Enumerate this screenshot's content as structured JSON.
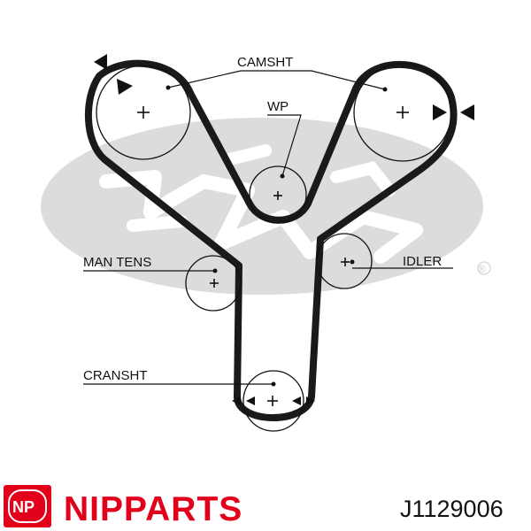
{
  "labels": {
    "camshaft": "CAMSHT",
    "water_pump": "WP",
    "manual_tensioner": "MAN TENS",
    "idler": "IDLER",
    "crankshaft": "CRANSHT"
  },
  "watermark": {
    "registered_mark": "®"
  },
  "brand": {
    "logo_box_text": "NP",
    "name": "NIPPARTS",
    "part_number": "J1129006"
  },
  "colors": {
    "brand_red": "#e2001a",
    "belt": "#1a1a1a",
    "watermark": "#dcdcdc",
    "lines": "#111111"
  },
  "icons": {
    "pulley_center": "plus-icon",
    "rotation_marker": "triangle-arrow-icon"
  }
}
